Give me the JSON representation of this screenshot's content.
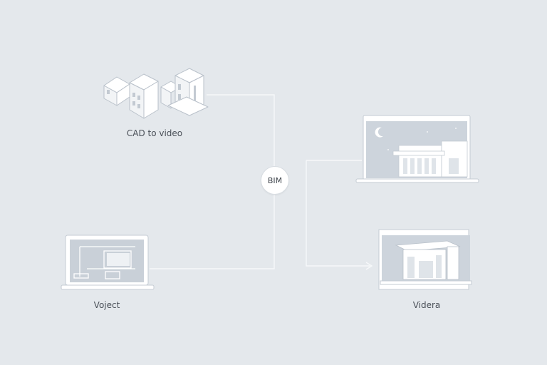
{
  "nodes": {
    "cad": {
      "label": "CAD to video"
    },
    "hub": {
      "label": "BIM"
    },
    "project": {
      "label": "Voject"
    },
    "video": {
      "label": "Videra"
    }
  },
  "colors": {
    "background": "#e4e8ec",
    "line": "#f4f6f8",
    "illustration": "#ffffff",
    "screen": "#c9d0d8"
  }
}
